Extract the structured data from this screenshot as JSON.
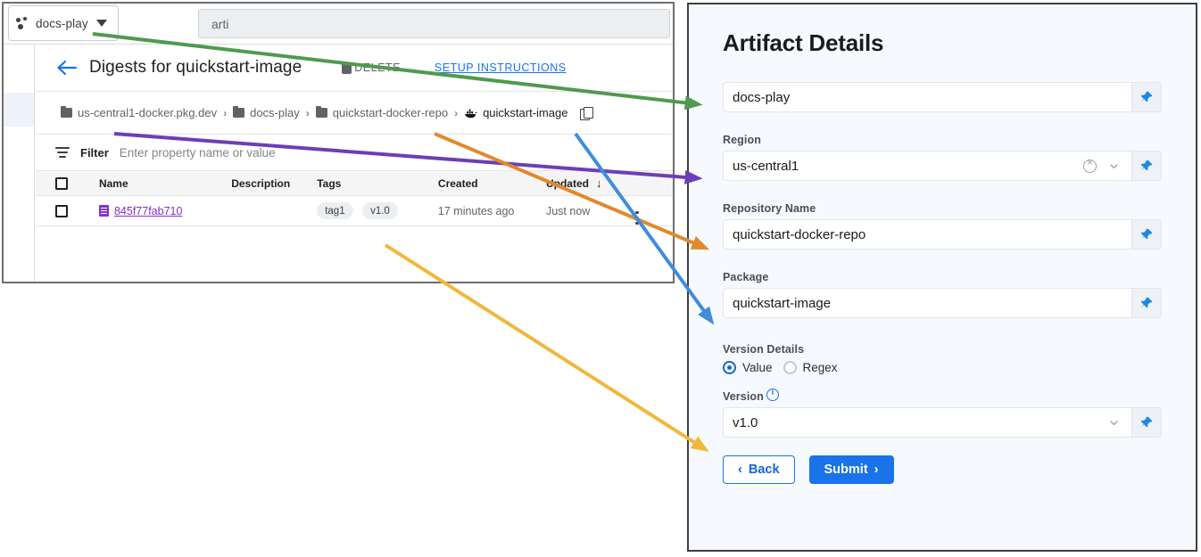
{
  "left_window": {
    "topbar": {
      "project_icon": "project-dots-icon",
      "project_name": "docs-play",
      "project_caret": "chevron-down-icon",
      "search_value": "arti"
    },
    "page": {
      "back_icon": "back-arrow-icon",
      "title": "Digests for quickstart-image",
      "delete_label": "DELETE",
      "delete_icon": "trash-icon",
      "setup_link": "SETUP INSTRUCTIONS"
    },
    "breadcrumb": {
      "items": [
        {
          "label": "us-central1-docker.pkg.dev",
          "icon": "folder-icon"
        },
        {
          "label": "docs-play",
          "icon": "folder-icon"
        },
        {
          "label": "quickstart-docker-repo",
          "icon": "folder-icon"
        },
        {
          "label": "quickstart-image",
          "icon": "docker-whale-icon"
        }
      ],
      "separator": "›",
      "copy_icon": "copy-icon"
    },
    "filter": {
      "icon": "filter-icon",
      "label": "Filter",
      "placeholder": "Enter property name or value"
    },
    "table": {
      "columns": [
        "Name",
        "Description",
        "Tags",
        "Created",
        "Updated"
      ],
      "sort_column": "Updated",
      "sort_icon": "arrow-down-icon",
      "rows": [
        {
          "selected": false,
          "name": "845f77fab710",
          "name_icon": "digest-doc-icon",
          "description": "",
          "tags": [
            "tag1",
            "v1.0"
          ],
          "created": "17 minutes ago",
          "updated": "Just now",
          "menu_icon": "kebab-menu-icon"
        }
      ]
    }
  },
  "right_panel": {
    "title": "Artifact Details",
    "fields": [
      {
        "label": "",
        "value": "docs-play",
        "has_clear": false,
        "has_chevron": false,
        "pin_icon": "pin-icon"
      },
      {
        "label": "Region",
        "value": "us-central1",
        "has_clear": true,
        "has_chevron": true,
        "clear_icon": "clear-circle-icon",
        "chevron_icon": "chevron-down-icon",
        "pin_icon": "pin-icon"
      },
      {
        "label": "Repository Name",
        "value": "quickstart-docker-repo",
        "has_clear": false,
        "has_chevron": false,
        "pin_icon": "pin-icon"
      },
      {
        "label": "Package",
        "value": "quickstart-image",
        "has_clear": false,
        "has_chevron": false,
        "pin_icon": "pin-icon"
      }
    ],
    "version_details": {
      "label": "Version Details",
      "options": [
        {
          "label": "Value",
          "selected": true
        },
        {
          "label": "Regex",
          "selected": false
        }
      ]
    },
    "version": {
      "label": "Version",
      "info_icon": "info-icon",
      "value": "v1.0",
      "chevron_icon": "chevron-down-icon",
      "pin_icon": "pin-icon"
    },
    "buttons": {
      "back": "Back",
      "back_icon": "chevron-left-icon",
      "submit": "Submit",
      "submit_icon": "chevron-right-icon"
    }
  },
  "annotations": {
    "arrows": [
      {
        "name": "arrow-project-to-docs-play",
        "color": "#4f9a4f"
      },
      {
        "name": "arrow-breadcrumb-to-region",
        "color": "#6b3fb5"
      },
      {
        "name": "arrow-breadcrumb-to-repository",
        "color": "#e2892c"
      },
      {
        "name": "arrow-breadcrumb-to-package",
        "color": "#3f8ddb"
      },
      {
        "name": "arrow-tag-to-version",
        "color": "#efb83d"
      }
    ]
  },
  "colors": {
    "accent_blue": "#1a73e8",
    "link_purple": "#8430ce",
    "panel_bg": "#f6f9fd"
  }
}
